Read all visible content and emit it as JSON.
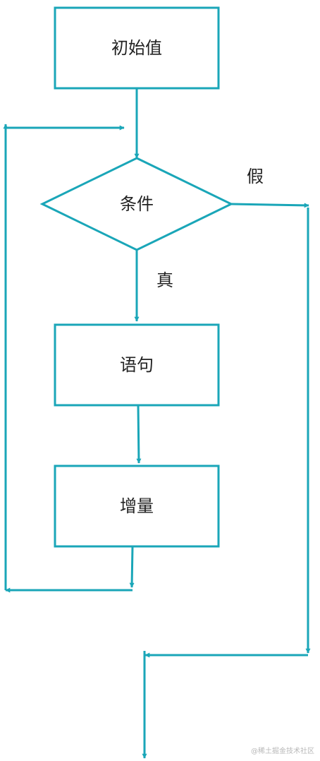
{
  "colors": {
    "stroke": "#1aa6b8",
    "text": "#222222",
    "background": "#ffffff"
  },
  "nodes": {
    "init": "初始值",
    "condition": "条件",
    "statement": "语句",
    "increment": "增量"
  },
  "edges": {
    "false_label": "假",
    "true_label": "真"
  },
  "watermark": "@稀土掘金技术社区"
}
